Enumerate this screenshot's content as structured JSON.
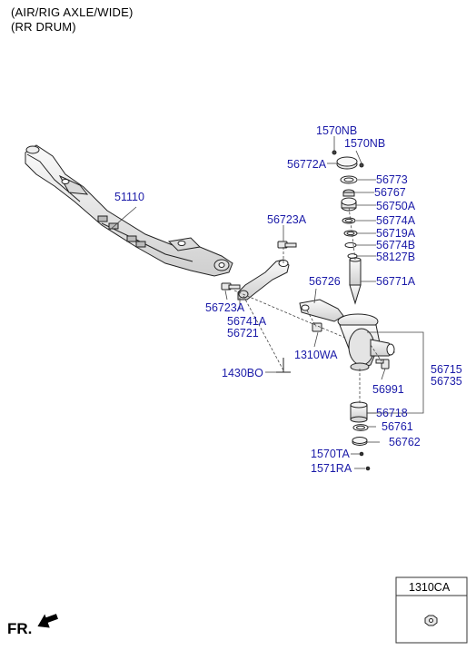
{
  "header": {
    "line1": "(AIR/RIG AXLE/WIDE)",
    "line2": "(RR DRUM)"
  },
  "parts": [
    "1570NB",
    "1570NB",
    "56772A",
    "56773",
    "56767",
    "56750A",
    "56774A",
    "56719A",
    "56774B",
    "58127B",
    "56771A",
    "51110",
    "56723A",
    "56723A",
    "56741A",
    "56721",
    "56726",
    "1310WA",
    "1430BO",
    "56715",
    "56735",
    "56991",
    "56718",
    "56761",
    "56762",
    "1570TA",
    "1571RA"
  ],
  "inset_box": {
    "title": "1310CA"
  },
  "direction": {
    "label": "FR."
  },
  "colors": {
    "label": "#1a1aa8",
    "line": "#333333",
    "part_fill": "#e6e6e6",
    "part_stroke": "#222222"
  }
}
